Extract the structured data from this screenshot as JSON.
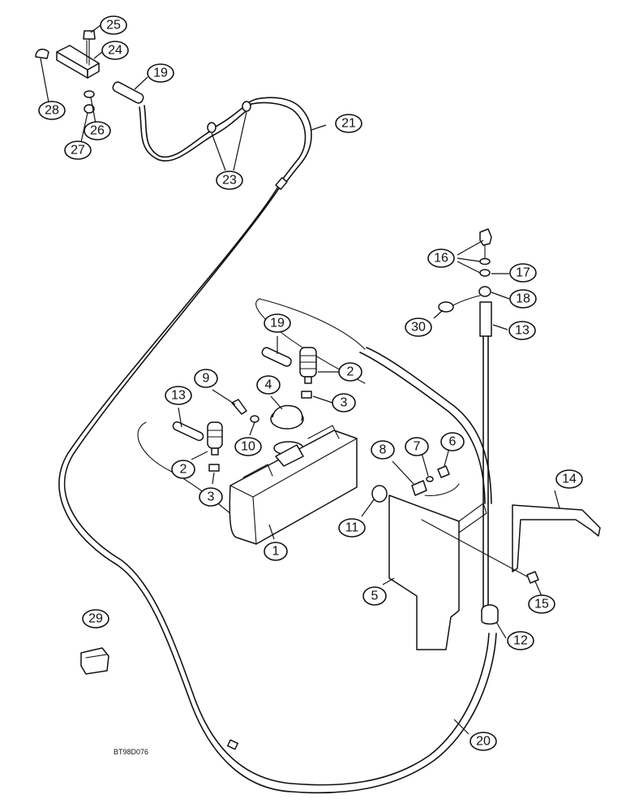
{
  "drawing_code": "BT98D076",
  "callouts": [
    {
      "id": "c25",
      "label": "25"
    },
    {
      "id": "c24",
      "label": "24"
    },
    {
      "id": "c19a",
      "label": "19"
    },
    {
      "id": "c28",
      "label": "28"
    },
    {
      "id": "c26",
      "label": "26"
    },
    {
      "id": "c27",
      "label": "27"
    },
    {
      "id": "c21",
      "label": "21"
    },
    {
      "id": "c23",
      "label": "23"
    },
    {
      "id": "c16",
      "label": "16"
    },
    {
      "id": "c17",
      "label": "17"
    },
    {
      "id": "c18",
      "label": "18"
    },
    {
      "id": "c30",
      "label": "30"
    },
    {
      "id": "c13a",
      "label": "13"
    },
    {
      "id": "c19b",
      "label": "19"
    },
    {
      "id": "c2a",
      "label": "2"
    },
    {
      "id": "c9",
      "label": "9"
    },
    {
      "id": "c4",
      "label": "4"
    },
    {
      "id": "c3a",
      "label": "3"
    },
    {
      "id": "c13b",
      "label": "13"
    },
    {
      "id": "c10",
      "label": "10"
    },
    {
      "id": "c2b",
      "label": "2"
    },
    {
      "id": "c3b",
      "label": "3"
    },
    {
      "id": "c8",
      "label": "8"
    },
    {
      "id": "c7",
      "label": "7"
    },
    {
      "id": "c6",
      "label": "6"
    },
    {
      "id": "c14",
      "label": "14"
    },
    {
      "id": "c11",
      "label": "11"
    },
    {
      "id": "c1",
      "label": "1"
    },
    {
      "id": "c5",
      "label": "5"
    },
    {
      "id": "c15",
      "label": "15"
    },
    {
      "id": "c29",
      "label": "29"
    },
    {
      "id": "c12",
      "label": "12"
    },
    {
      "id": "c20",
      "label": "20"
    }
  ]
}
